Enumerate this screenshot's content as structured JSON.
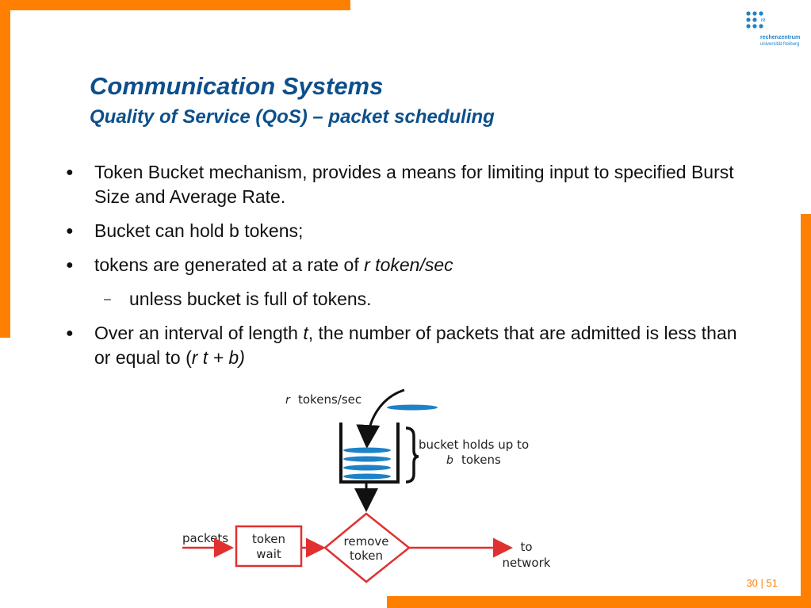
{
  "header": {
    "title": "Communication Systems",
    "subtitle": "Quality of Service (QoS) – packet scheduling"
  },
  "logo": {
    "line1": "rechenzentrum",
    "line2": "universität freiburg",
    "mark": "rz"
  },
  "bullets": [
    {
      "text": "Token Bucket mechanism, provides a means for limiting input to specified Burst Size and Average Rate."
    },
    {
      "text": "Bucket can hold b tokens;"
    },
    {
      "text_plain": "tokens are generated at a rate of ",
      "text_italic": "r token/sec"
    },
    {
      "sub_text": "unless bucket is full of tokens."
    },
    {
      "text_a": "Over an interval of length ",
      "text_b": "t",
      "text_c": ", the number of packets that are admitted is less than or equal to  (",
      "text_d": "r t + b)"
    }
  ],
  "diagram": {
    "rate_var": "r",
    "rate_label": "tokens/sec",
    "bucket_label_1": "bucket holds up to",
    "bucket_var": "b",
    "bucket_label_2": "tokens",
    "packets_label": "packets",
    "wait_label_1": "token",
    "wait_label_2": "wait",
    "remove_label_1": "remove",
    "remove_label_2": "token",
    "out_label_1": "to",
    "out_label_2": "network"
  },
  "page": {
    "current": "30",
    "separator": " | ",
    "total": "51"
  },
  "colors": {
    "accent": "#ff8000",
    "title": "#0d4f8b",
    "token": "#1e82c8",
    "flow": "#e03030"
  }
}
